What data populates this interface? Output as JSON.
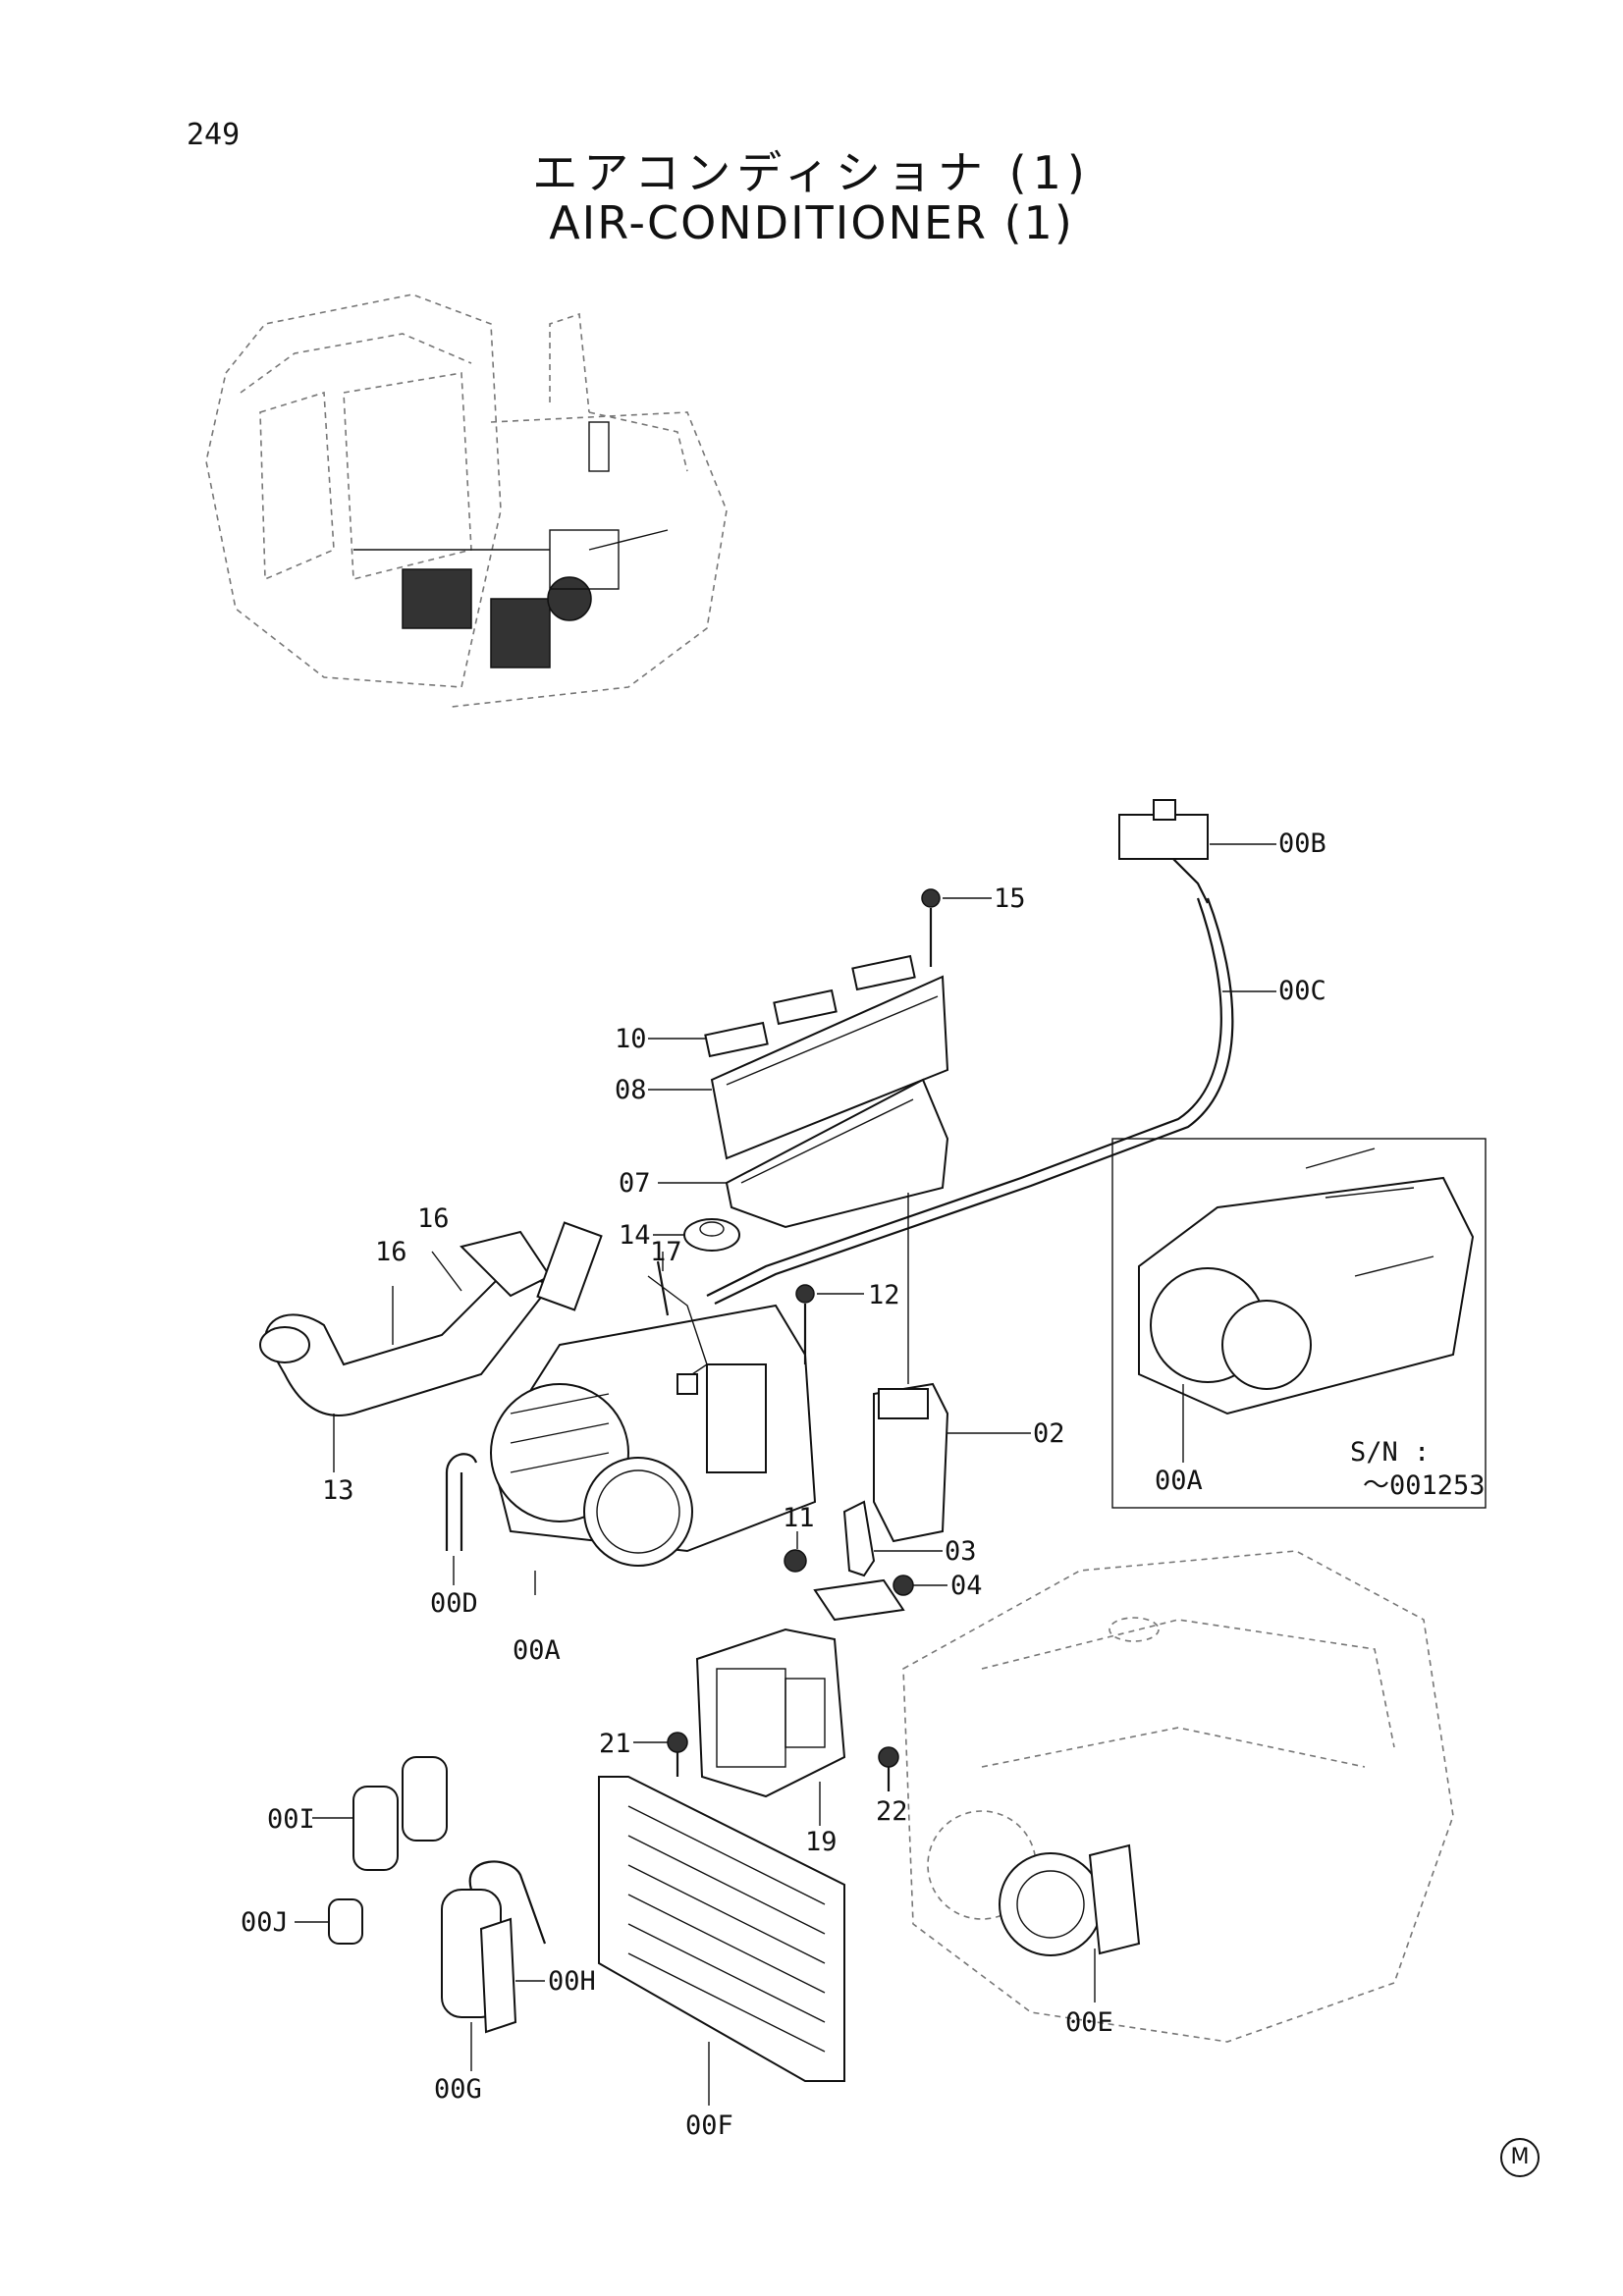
{
  "page_number": "249",
  "title_jp": "エアコンディショナ (1)",
  "title_en": "AIR-CONDITIONER (1)",
  "serial_note": {
    "label": "S/N :",
    "range": "～001253"
  },
  "callouts": {
    "c00B": "00B",
    "c15": "15",
    "c00C": "00C",
    "c10": "10",
    "c08": "08",
    "c07": "07",
    "c14": "14",
    "c16a": "16",
    "c16b": "16",
    "c17": "17",
    "c12": "12",
    "c02": "02",
    "c13": "13",
    "c11": "11",
    "c03": "03",
    "c04": "04",
    "c00D": "00D",
    "c00A": "00A",
    "c00A_inset": "00A",
    "c21": "21",
    "c22": "22",
    "c19": "19",
    "c00I": "00I",
    "c00J": "00J",
    "c00H": "00H",
    "c00G": "00G",
    "c00F": "00F",
    "c00E": "00E"
  },
  "mark": "M"
}
